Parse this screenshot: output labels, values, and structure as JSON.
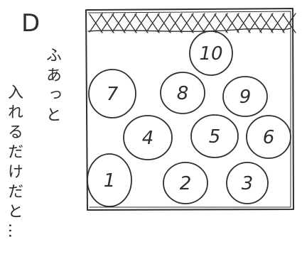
{
  "label": "D",
  "note_lines": [
    "ふあっと",
    "入れるだけだと…"
  ],
  "circles": [
    {
      "number": "10"
    },
    {
      "number": "7"
    },
    {
      "number": "8"
    },
    {
      "number": "9"
    },
    {
      "number": "4"
    },
    {
      "number": "5"
    },
    {
      "number": "6"
    },
    {
      "number": "1"
    },
    {
      "number": "2"
    },
    {
      "number": "3"
    }
  ],
  "ink_color": "#2e2e2e"
}
